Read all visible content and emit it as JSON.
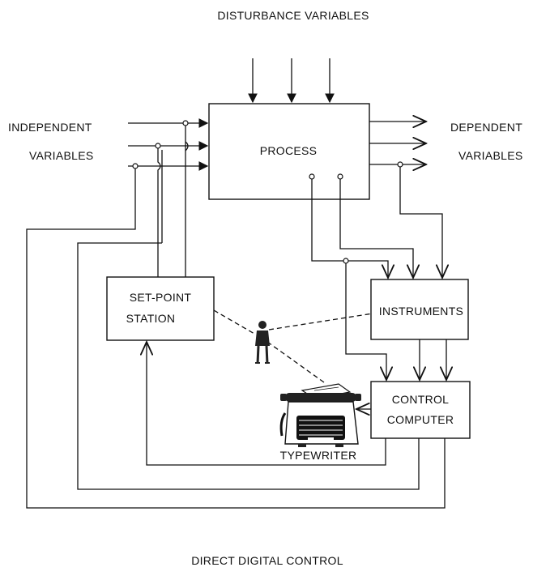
{
  "diagram": {
    "heading_top": "DISTURBANCE VARIABLES",
    "left_label_line1": "INDEPENDENT",
    "left_label_line2": "VARIABLES",
    "right_label_line1": "DEPENDENT",
    "right_label_line2": "VARIABLES",
    "process": "PROCESS",
    "setpoint_line1": "SET-POINT",
    "setpoint_line2": "STATION",
    "instruments": "INSTRUMENTS",
    "computer_line1": "CONTROL",
    "computer_line2": "COMPUTER",
    "typewriter": "TYPEWRITER",
    "caption": "DIRECT  DIGITAL  CONTROL",
    "operator_icon": "operator-person-icon",
    "typewriter_icon": "typewriter-icon"
  }
}
